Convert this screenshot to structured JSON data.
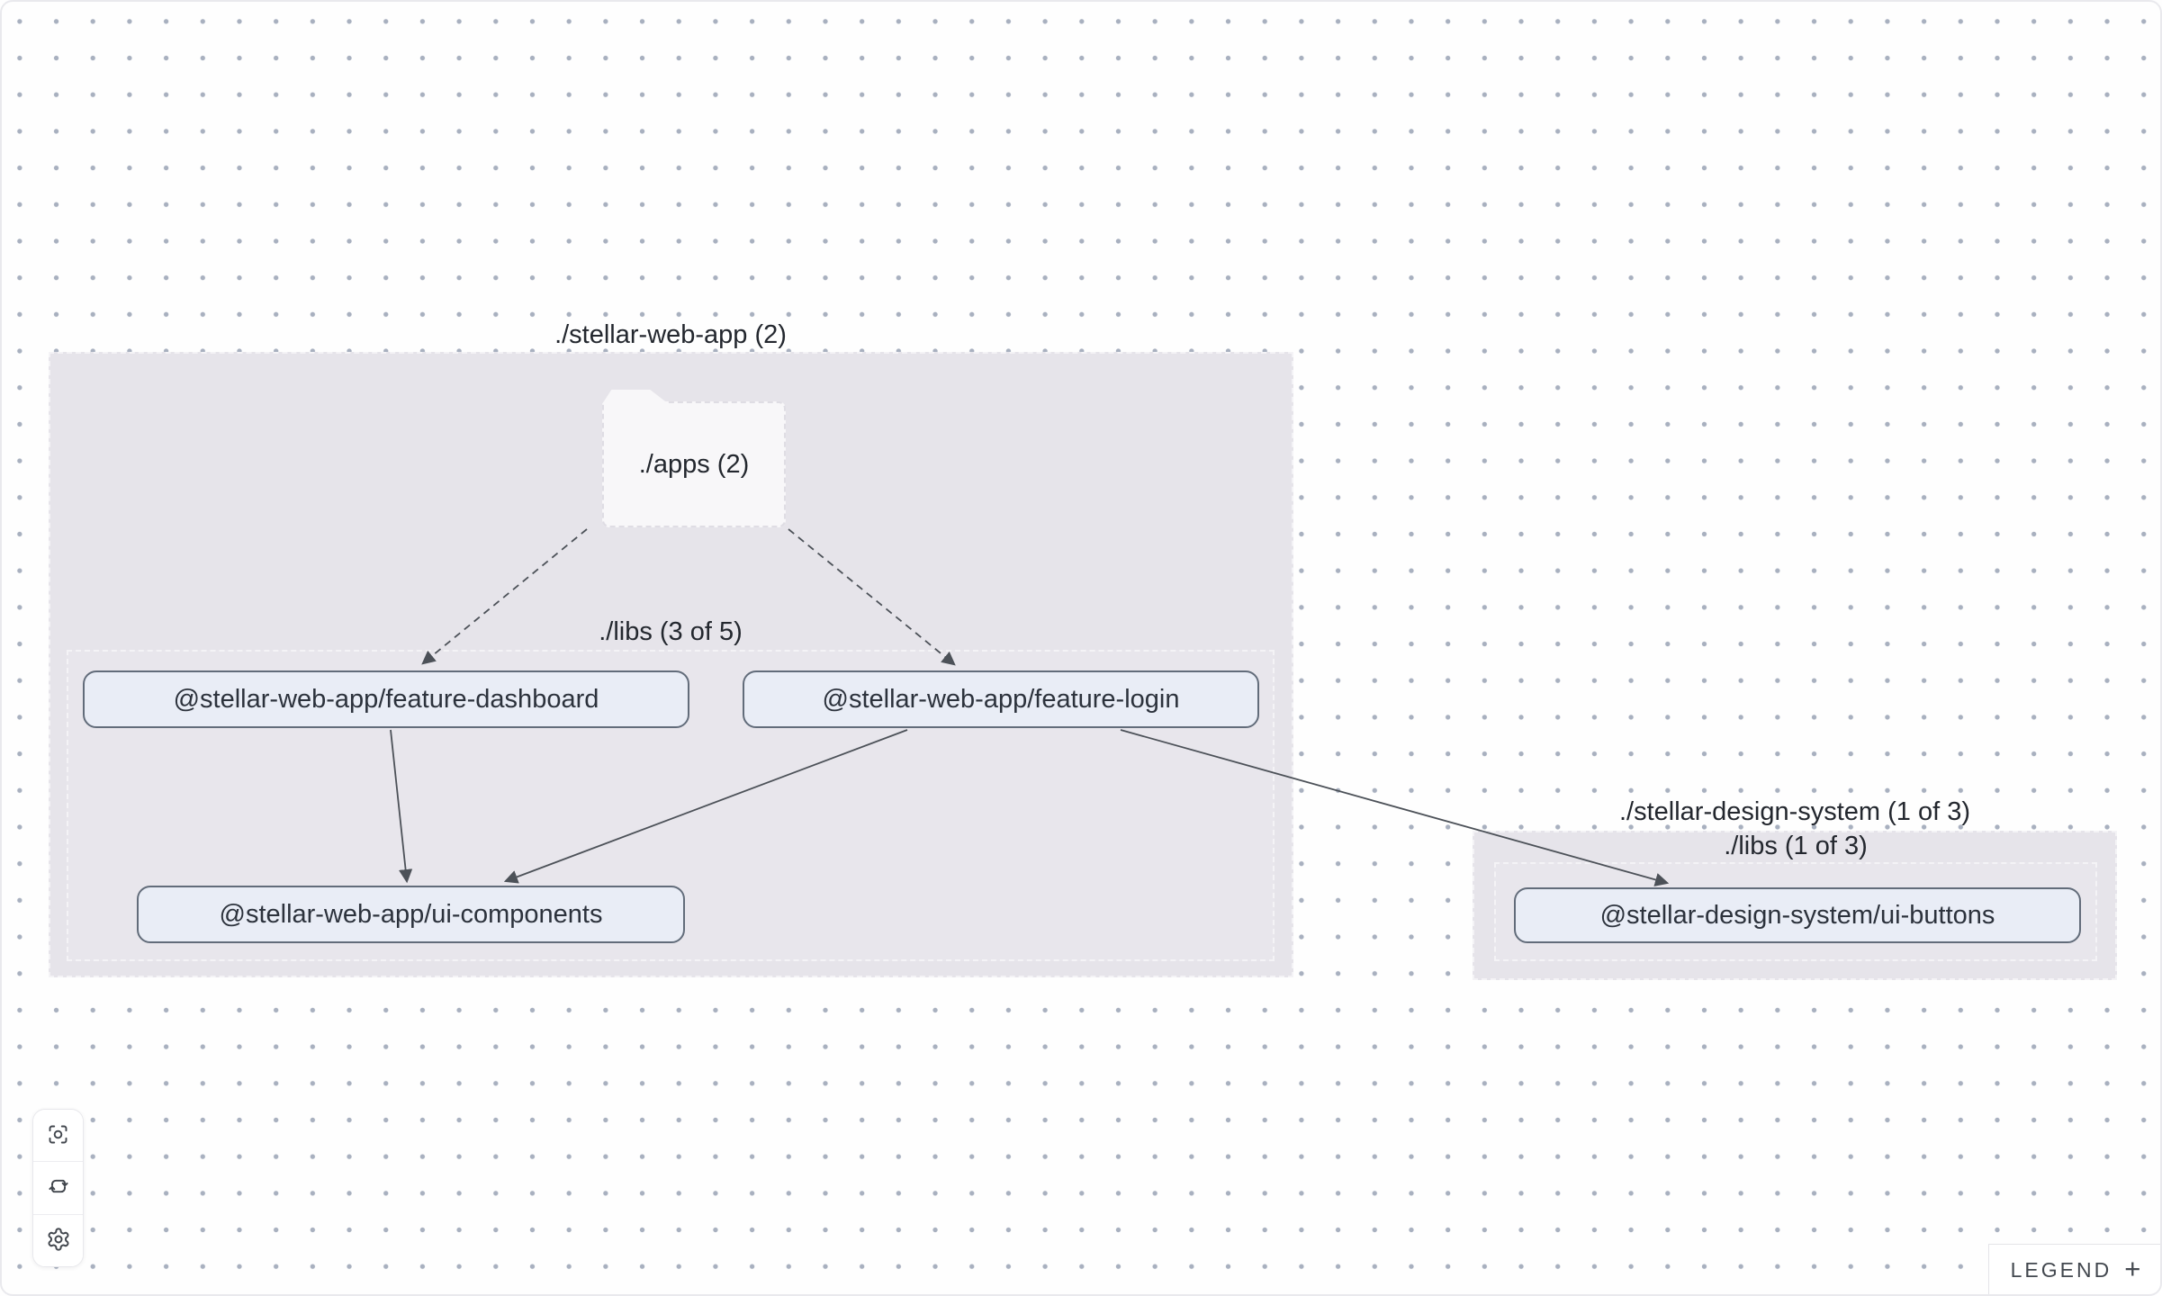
{
  "canvas": {
    "dot_color": "#a8b0bf",
    "group_fill": "#e6e4ea",
    "node_fill": "#e9edf6",
    "node_border": "#626c7a",
    "edge_color": "#4c5158",
    "groups": [
      {
        "id": "stellar-web-app",
        "label": "./stellar-web-app (2)",
        "folder_label": "./apps (2)",
        "libs_label": "./libs (3 of 5)"
      },
      {
        "id": "stellar-design-system",
        "label": "./stellar-design-system (1 of 3)",
        "libs_label": "./libs (1 of 3)"
      }
    ],
    "nodes": [
      {
        "id": "feature-dashboard",
        "label": "@stellar-web-app/feature-dashboard"
      },
      {
        "id": "feature-login",
        "label": "@stellar-web-app/feature-login"
      },
      {
        "id": "ui-components",
        "label": "@stellar-web-app/ui-components"
      },
      {
        "id": "ui-buttons",
        "label": "@stellar-design-system/ui-buttons"
      }
    ],
    "edges": [
      {
        "from": "./apps",
        "to": "@stellar-web-app/feature-dashboard",
        "style": "dashed"
      },
      {
        "from": "./apps",
        "to": "@stellar-web-app/feature-login",
        "style": "dashed"
      },
      {
        "from": "@stellar-web-app/feature-dashboard",
        "to": "@stellar-web-app/ui-components",
        "style": "solid"
      },
      {
        "from": "@stellar-web-app/feature-login",
        "to": "@stellar-web-app/ui-components",
        "style": "solid"
      },
      {
        "from": "@stellar-web-app/feature-login",
        "to": "@stellar-design-system/ui-buttons",
        "style": "solid"
      }
    ]
  },
  "controls": {
    "buttons": [
      {
        "icon": "focus-icon"
      },
      {
        "icon": "cycle-icon"
      },
      {
        "icon": "settings-icon"
      }
    ]
  },
  "legend": {
    "label": "LEGEND",
    "expand_symbol": "+"
  }
}
